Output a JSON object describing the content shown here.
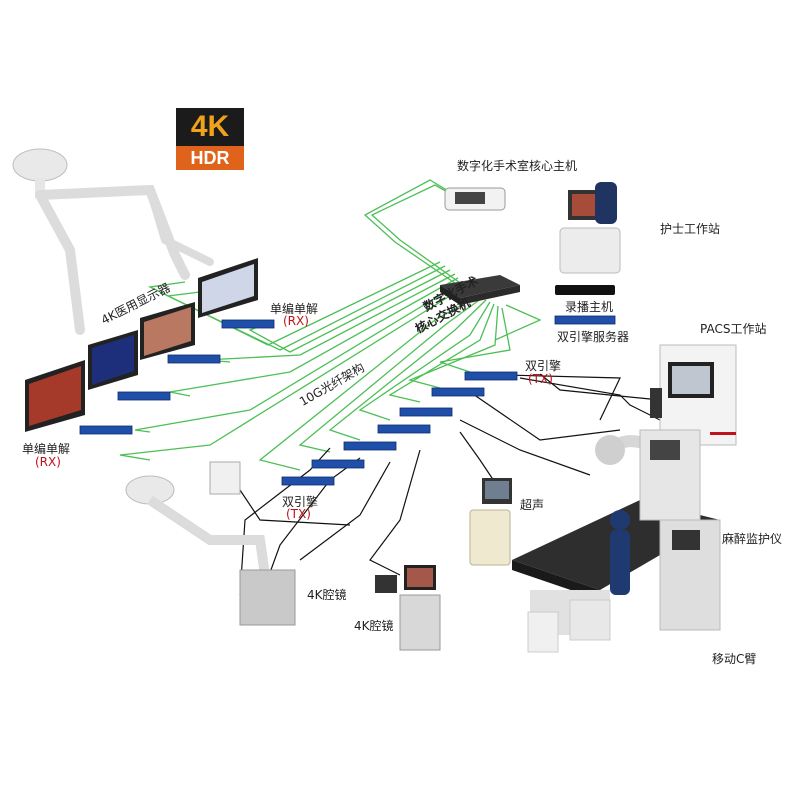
{
  "badge": {
    "top": "4K",
    "bottom": "HDR"
  },
  "labels": {
    "core_host": "数字化手术室核心主机",
    "nurse": "护士工作站",
    "recorder": "录播主机",
    "dual_server": "双引擎服务器",
    "pacs": "PACS工作站",
    "switch_line1": "数字化手术",
    "switch_line2": "核心交换机",
    "fiber": "10G光纤架构",
    "monitor4k": "4K医用显示器",
    "single_top": "单编单解",
    "single_top_rx": "(RX)",
    "single_left": "单编单解",
    "single_left_rx": "(RX)",
    "dual_right": "双引擎",
    "dual_right_tx": "(TX)",
    "dual_left": "双引擎",
    "dual_left_tx": "(TX)",
    "ultrasound": "超声",
    "anesthesia": "麻醉监护仪",
    "endo_left": "4K腔镜",
    "endo_mid": "4K腔镜",
    "carm": "移动C臂"
  },
  "colors": {
    "fiber": "#4cbf55",
    "cable": "#111111",
    "encoder": "#1f4fa8",
    "accent_red": "#c0121a"
  }
}
